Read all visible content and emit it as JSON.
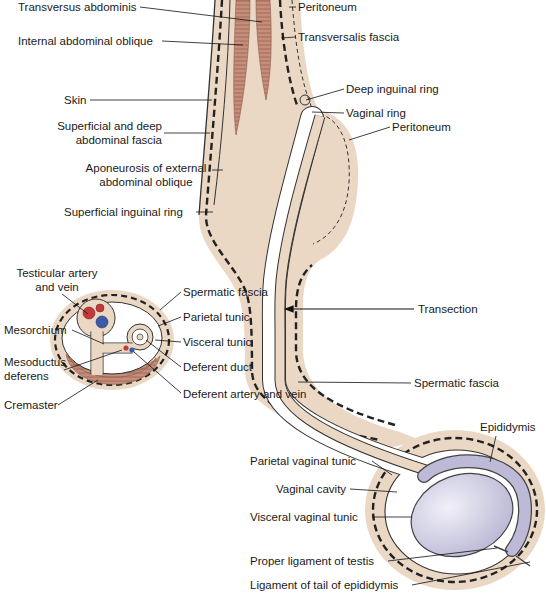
{
  "diagram": {
    "labels": [
      "Transversus abdominis",
      "Peritoneum",
      "Internal abdominal oblique",
      "Transversalis fascia",
      "Deep inguinal ring",
      "Skin",
      "Vaginal ring",
      "Superficial and deep abdominal fascia",
      "Peritoneum",
      "Aponeurosis of external abdominal oblique",
      "Superficial inguinal ring",
      "Testicular artery and vein",
      "Spermatic fascia",
      "Parietal tunic",
      "Mesorchium",
      "Transection",
      "Visceral tunic",
      "Mesoductus deferens",
      "Deferent duct",
      "Cremaster",
      "Deferent artery and vein",
      "Spermatic fascia",
      "Epididymis",
      "Parietal vaginal tunic",
      "Vaginal cavity",
      "Visceral vaginal tunic",
      "Proper ligament of testis",
      "Ligament of tail of epididymis"
    ]
  }
}
